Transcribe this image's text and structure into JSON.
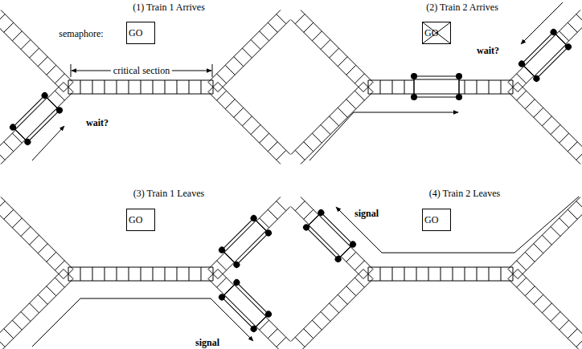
{
  "diagram": {
    "nodes": [
      {
        "text": [
          "GO"
        ]
      },
      {
        "text": [
          "GO"
        ]
      },
      {
        "text": [
          "GO"
        ]
      },
      {
        "text": [
          "GO"
        ]
      }
    ],
    "edges": [],
    "labels": [
      "(1) Train 1 Arrives",
      "semaphore:",
      "critical section",
      "wait?",
      "(2) Train 2 Arrives",
      "wait?",
      "(3) Train 1 Leaves",
      "signal",
      "(4) Train 2 Leaves",
      "signal"
    ]
  }
}
